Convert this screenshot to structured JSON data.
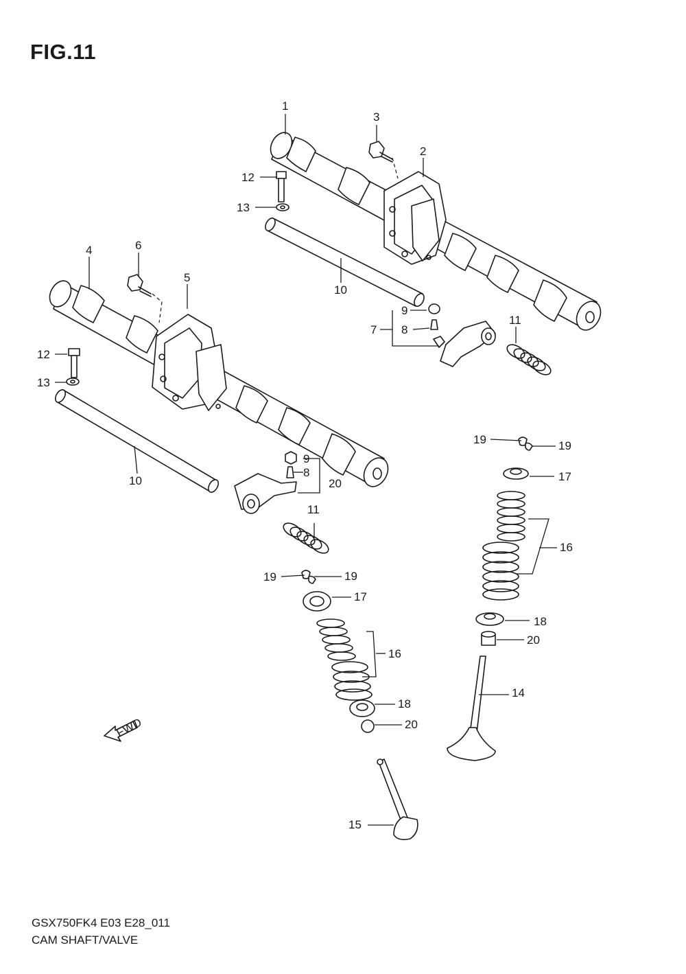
{
  "figure": {
    "title": "FIG.11",
    "model_code": "GSX750FK4  E03  E28_011",
    "section_name": "CAM SHAFT/VALVE",
    "fwd_label": "FWD"
  },
  "callouts": {
    "c1": "1",
    "c2": "2",
    "c3": "3",
    "c4": "4",
    "c5": "5",
    "c6": "6",
    "c7": "7",
    "c8a": "8",
    "c8b": "8",
    "c9a": "9",
    "c9b": "9",
    "c10a": "10",
    "c10b": "10",
    "c11a": "11",
    "c11b": "11",
    "c12a": "12",
    "c12b": "12",
    "c13a": "13",
    "c13b": "13",
    "c14": "14",
    "c15": "15",
    "c16a": "16",
    "c16b": "16",
    "c17a": "17",
    "c17b": "17",
    "c18a": "18",
    "c18b": "18",
    "c19a": "19",
    "c19b": "19",
    "c19c": "19",
    "c19d": "19",
    "c20a": "20",
    "c20b": "20",
    "c20c": "20"
  }
}
